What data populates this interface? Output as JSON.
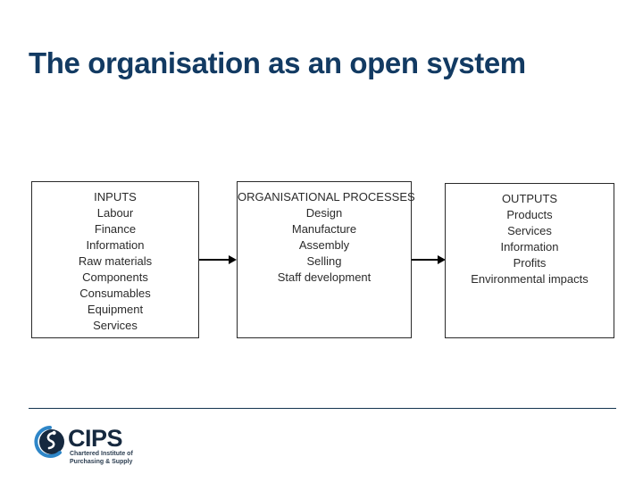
{
  "slide": {
    "title": "The organisation as an open system"
  },
  "diagram": {
    "type": "flow",
    "boxes": [
      {
        "id": "inputs",
        "header": "INPUTS",
        "items": [
          "Labour",
          "Finance",
          "Information",
          "Raw materials",
          "Components",
          "Consumables",
          "Equipment",
          "Services"
        ]
      },
      {
        "id": "processes",
        "header": "ORGANISATIONAL PROCESSES",
        "items": [
          "Design",
          "Manufacture",
          "Assembly",
          "Selling",
          "Staff development"
        ]
      },
      {
        "id": "outputs",
        "header": "OUTPUTS",
        "items": [
          "Products",
          "Services",
          "Information",
          "Profits",
          "Environmental impacts"
        ]
      }
    ],
    "connectors": [
      {
        "id": "arrow-inputs-to-processes",
        "icon": "arrow-right-icon"
      },
      {
        "id": "arrow-processes-to-outputs",
        "icon": "arrow-right-icon"
      }
    ]
  },
  "footer": {
    "logo": {
      "wordmark": "CIPS",
      "tagline_line1": "Chartered Institute of",
      "tagline_line2": "Purchasing & Supply"
    }
  },
  "colors": {
    "title": "#123a62",
    "rule": "#13344f",
    "box_border": "#2a2a2a",
    "box_text": "#2b2b2b",
    "logo_dark": "#16293f",
    "logo_accent": "#2e86c8",
    "background": "#ffffff"
  }
}
